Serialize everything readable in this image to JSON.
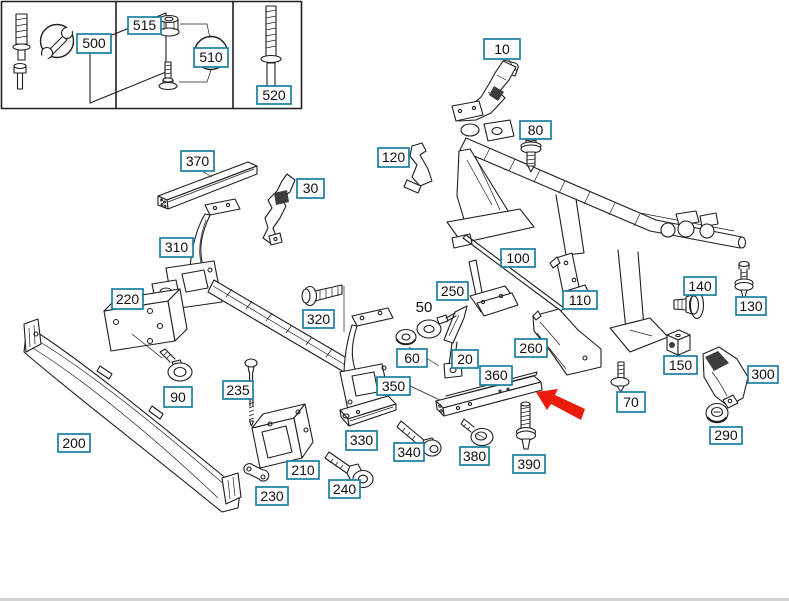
{
  "diagram": {
    "kind": "exploded-parts-diagram",
    "highlight": {
      "arrow_points_to": "360",
      "arrow_color": "#ea1c0c"
    }
  },
  "colors": {
    "background": "#ffffff",
    "line_art": "#1f1f1f",
    "callout_border": "#1b7ea0",
    "arrow": "#ea1c0c"
  },
  "icons": {
    "legend_badge": "wrench-icon",
    "legend_parts": [
      "stud-icon",
      "screw-icon",
      "nut-icon",
      "bolt-icon",
      "long-screw-icon"
    ]
  },
  "legend": {
    "cells": [
      {
        "labels": [
          "500"
        ]
      },
      {
        "labels": [
          "515",
          "510"
        ]
      },
      {
        "labels": [
          "520"
        ]
      }
    ]
  },
  "callouts": {
    "10": "10",
    "20": "20",
    "30": "30",
    "50": "50",
    "60": "60",
    "70": "70",
    "80": "80",
    "90": "90",
    "100": "100",
    "110": "110",
    "120": "120",
    "130": "130",
    "140": "140",
    "150": "150",
    "200": "200",
    "210": "210",
    "220": "220",
    "230": "230",
    "235": "235",
    "240": "240",
    "250": "250",
    "260": "260",
    "290": "290",
    "300": "300",
    "310": "310",
    "320": "320",
    "330": "330",
    "340": "340",
    "350": "350",
    "360": "360",
    "370": "370",
    "380": "380",
    "390": "390",
    "500": "500",
    "510": "510",
    "515": "515",
    "520": "520"
  }
}
